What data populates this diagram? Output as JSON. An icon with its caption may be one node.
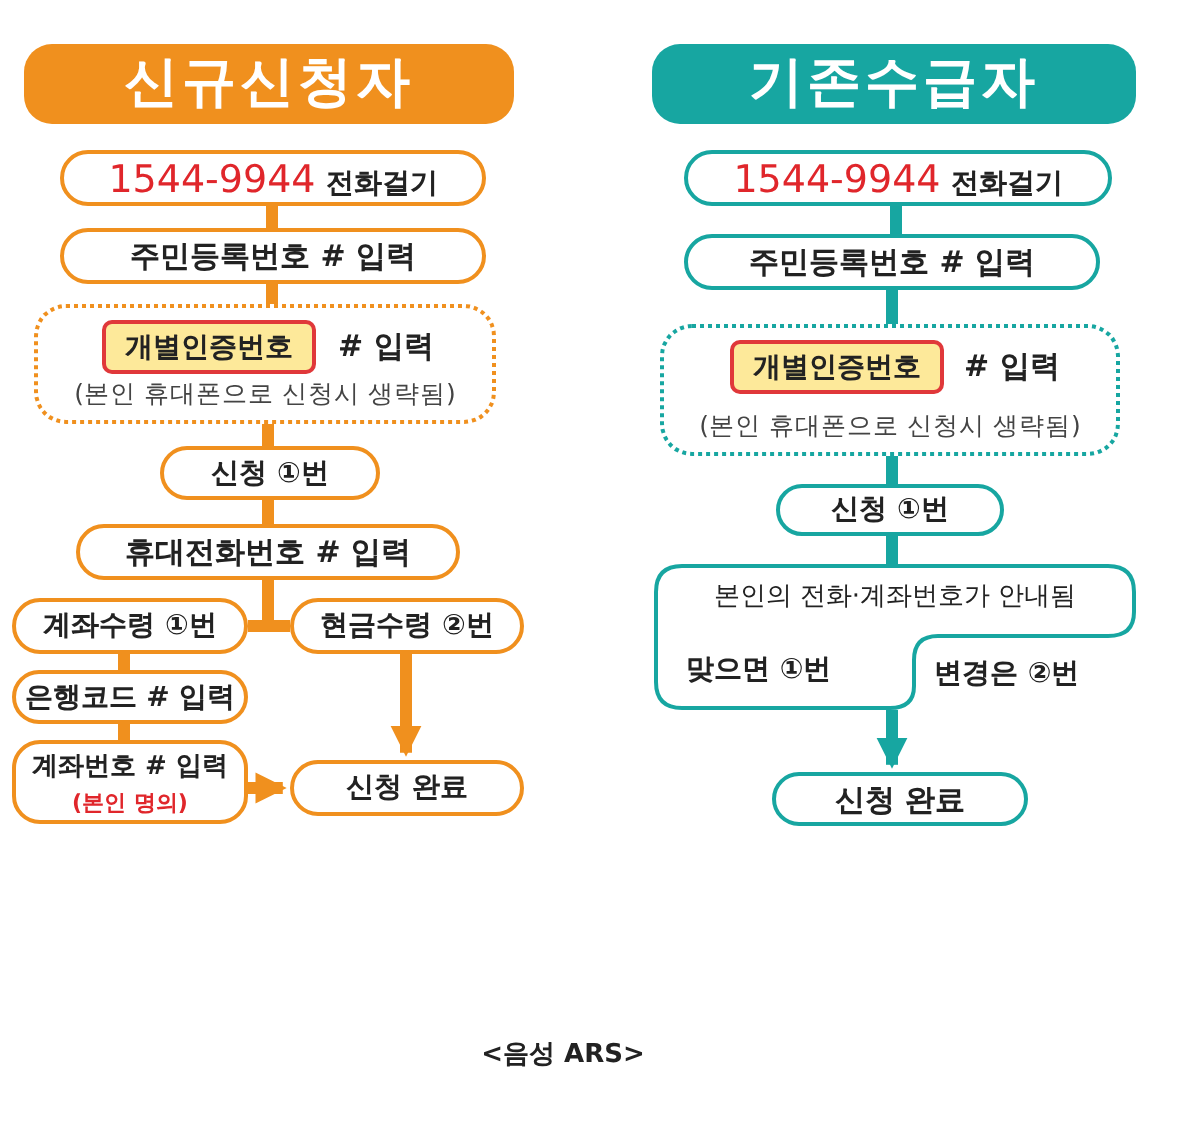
{
  "diagram": {
    "caption": "<음성 ARS>",
    "nodes": [
      {
        "text": [
          "신규신청자"
        ]
      },
      {
        "text": [
          "1544-9944",
          "전화걸기"
        ]
      },
      {
        "text": [
          "주민등록번호 # 입력"
        ]
      },
      {
        "text": [
          "# 입력",
          "(본인 휴대폰으로 신청시 생략됨)"
        ]
      },
      {
        "text": [
          "개별인증번호"
        ],
        "in": 3
      },
      {
        "text": [
          "신청 ①번"
        ]
      },
      {
        "text": [
          "휴대전화번호 # 입력"
        ]
      },
      {
        "text": [
          "계좌수령 ①번"
        ]
      },
      {
        "text": [
          "현금수령 ②번"
        ]
      },
      {
        "text": [
          "은행코드 # 입력"
        ]
      },
      {
        "text": [
          "계좌번호 # 입력",
          "(본인 명의)"
        ]
      },
      {
        "text": [
          "신청 완료"
        ]
      },
      {
        "text": [
          "기존수급자"
        ]
      },
      {
        "text": [
          "1544-9944",
          "전화걸기"
        ]
      },
      {
        "text": [
          "주민등록번호 # 입력"
        ]
      },
      {
        "text": [
          "# 입력",
          "(본인 휴대폰으로 신청시 생략됨)"
        ]
      },
      {
        "text": [
          "개별인증번호"
        ],
        "in": 15
      },
      {
        "text": [
          "신청 ①번"
        ]
      },
      {
        "text": [
          "본인의 전화·계좌번호가 안내됨",
          "맞으면 ①번"
        ],
        "beside": [
          "변경은 ②번"
        ]
      },
      {
        "text": [
          "신청 완료"
        ]
      }
    ],
    "edges": [
      {
        "from": 1,
        "to": 2,
        "arrow": "none"
      },
      {
        "from": 2,
        "to": 3,
        "arrow": "none"
      },
      {
        "from": 3,
        "to": 5,
        "arrow": "none"
      },
      {
        "from": 5,
        "to": 6,
        "arrow": "none"
      },
      {
        "from": 6,
        "to": 7,
        "arrow": "none"
      },
      {
        "from": 6,
        "to": 8,
        "arrow": "none"
      },
      {
        "from": 7,
        "to": 9,
        "arrow": "none"
      },
      {
        "from": 9,
        "to": 10,
        "arrow": "none"
      },
      {
        "from": 10,
        "to": 11,
        "arrow": "to"
      },
      {
        "from": 8,
        "to": 11,
        "arrow": "to"
      },
      {
        "from": 13,
        "to": 14,
        "arrow": "none",
        "color": "#17a6a1"
      },
      {
        "from": 14,
        "to": 15,
        "arrow": "none",
        "color": "#17a6a1"
      },
      {
        "from": 15,
        "to": 17,
        "arrow": "none",
        "color": "#17a6a1"
      },
      {
        "from": 17,
        "to": 18,
        "arrow": "none",
        "color": "#17a6a1"
      },
      {
        "from": 18,
        "to": 19,
        "arrow": "to",
        "color": "#17a6a1"
      }
    ]
  }
}
